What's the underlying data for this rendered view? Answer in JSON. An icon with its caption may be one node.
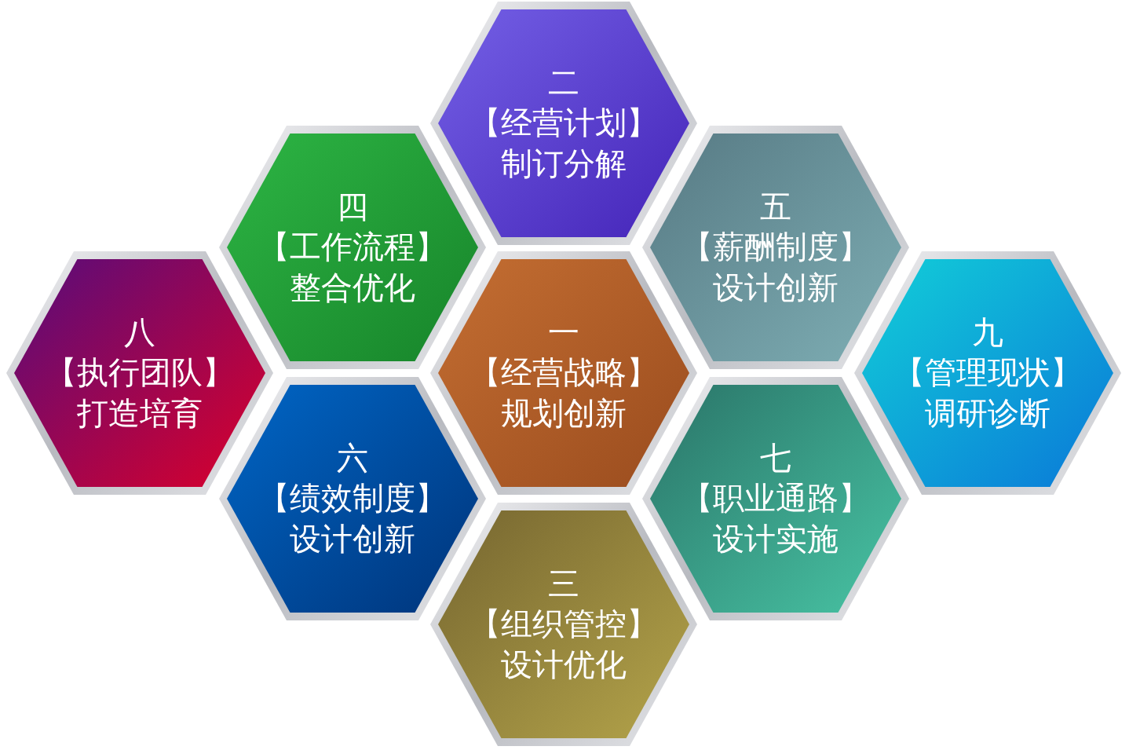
{
  "diagram": {
    "nodes": [
      {
        "text": [
          "二",
          "【经营计划】制订分解"
        ]
      },
      {
        "text": [
          "四",
          "【工作流程】整合优化"
        ]
      },
      {
        "text": [
          "五",
          "【薪酬制度】设计创新"
        ]
      },
      {
        "text": [
          "八",
          "【执行团队】打造培育"
        ]
      },
      {
        "text": [
          "一",
          "【经营战略】规划创新"
        ]
      },
      {
        "text": [
          "九",
          "【管理现状】调研诊断"
        ]
      },
      {
        "text": [
          "六",
          "【绩效制度】设计创新"
        ]
      },
      {
        "text": [
          "七",
          "【职业通路】设计实施"
        ]
      },
      {
        "text": [
          "三",
          "【组织管控】设计优化"
        ]
      }
    ]
  }
}
